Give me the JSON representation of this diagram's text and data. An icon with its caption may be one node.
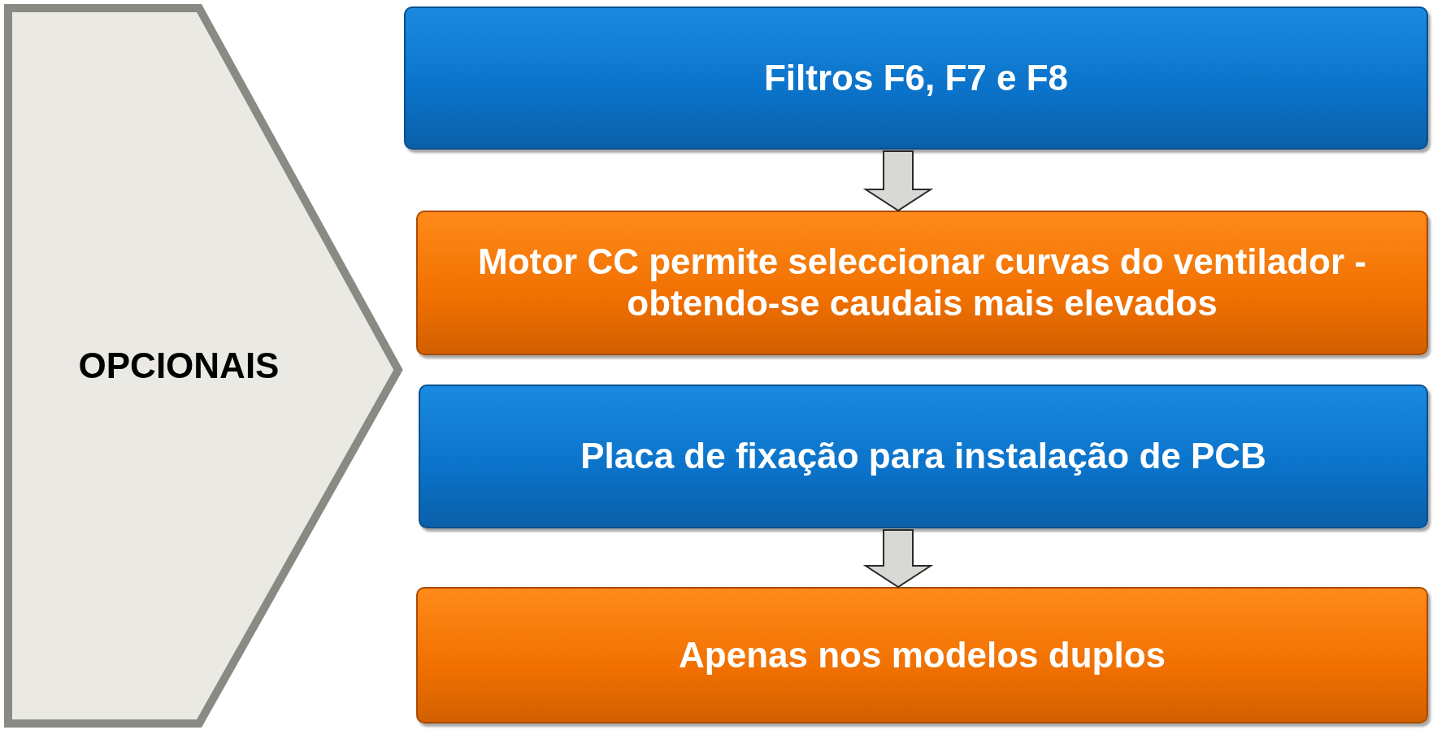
{
  "diagram": {
    "nodes": [
      {
        "text": [
          "OPCIONAIS"
        ]
      },
      {
        "text": [
          "Filtros F6, F7 e F8"
        ]
      },
      {
        "text": [
          "Motor CC permite seleccionar curvas do ventilador -  obtendo-se caudais mais elevados"
        ]
      },
      {
        "text": [
          "Placa de fixação para instalação de PCB"
        ]
      },
      {
        "text": [
          "Apenas nos modelos duplos"
        ]
      }
    ],
    "edges": [
      {
        "from": 1,
        "to": 2,
        "arrow": "to"
      },
      {
        "from": 3,
        "to": 4,
        "arrow": "to"
      }
    ]
  }
}
